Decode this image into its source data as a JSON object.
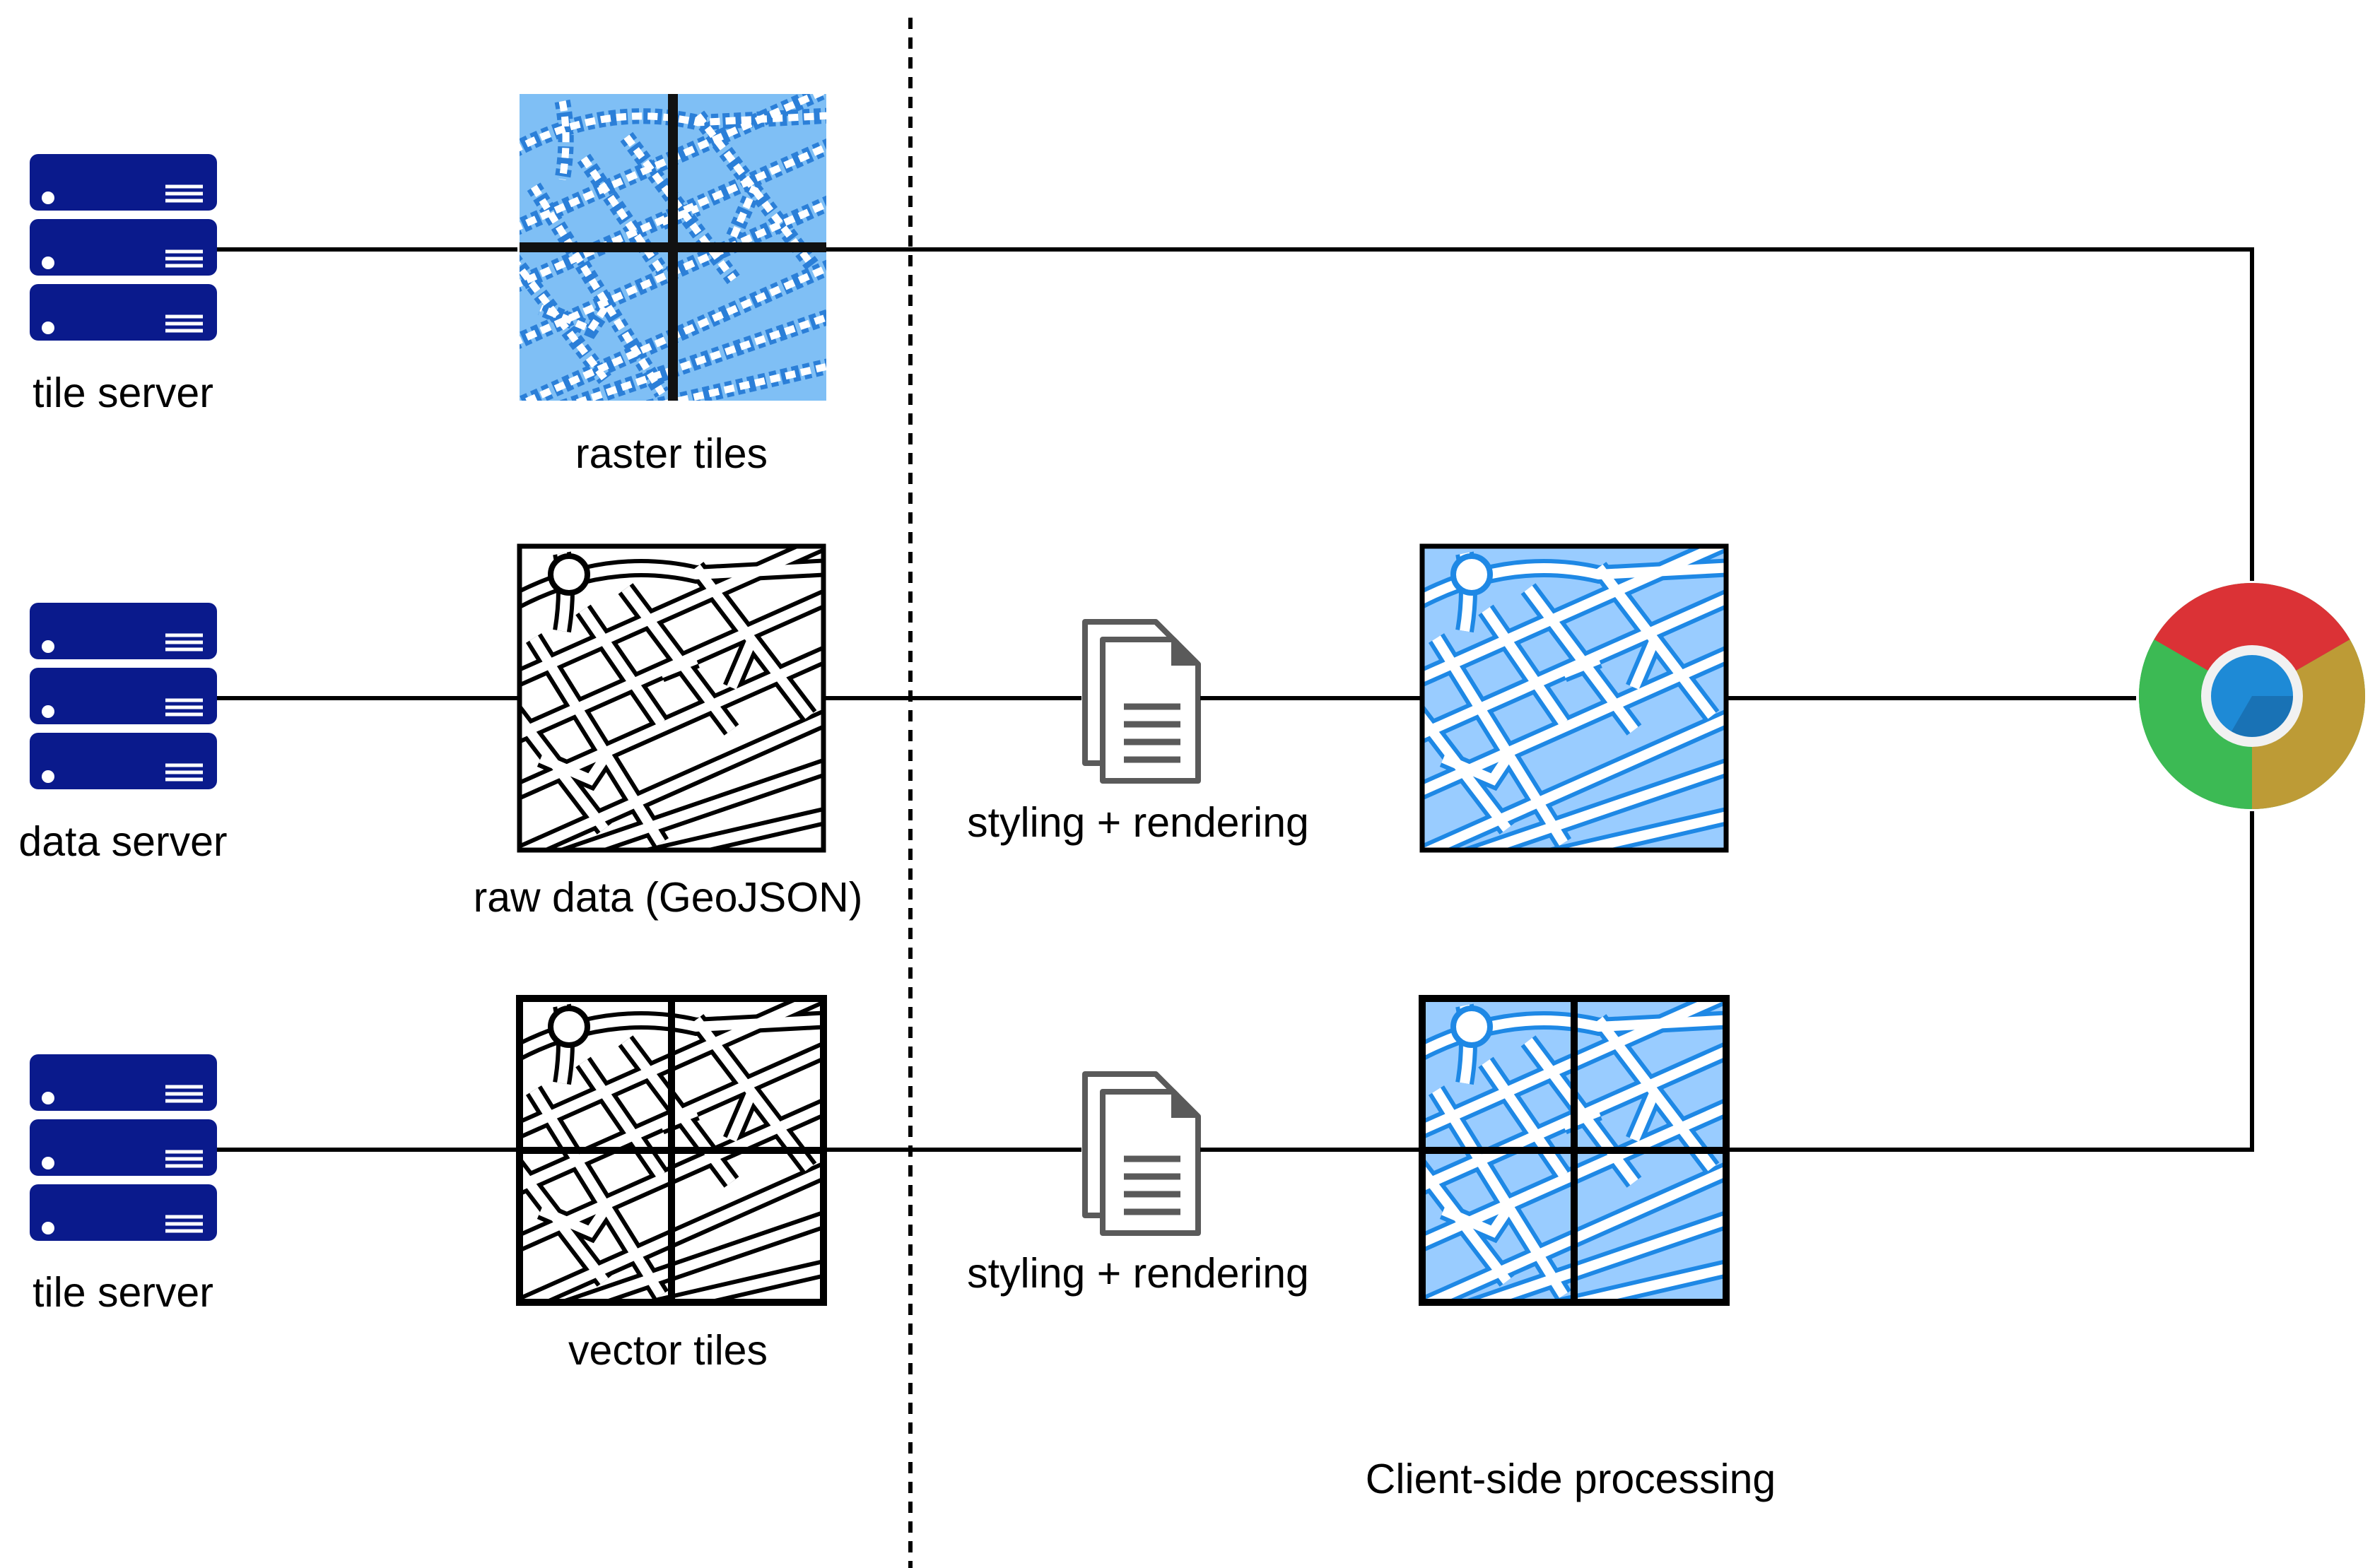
{
  "servers": {
    "top": "tile server",
    "middle": "data server",
    "bottom": "tile server"
  },
  "tiles": {
    "raster": "raster tiles",
    "raw": "raw data (GeoJSON)",
    "vector": "vector tiles"
  },
  "steps": {
    "styling_mid": "styling + rendering",
    "styling_bottom": "styling + rendering"
  },
  "regions": {
    "client": "Client-side processing"
  },
  "icons": {
    "server": "server-rack-icon",
    "document": "document-stack-icon",
    "browser": "chrome-browser-icon"
  },
  "colors": {
    "server_blue": "#0a1a8c",
    "map_fill": "#99ccff",
    "map_road": "#ffffff",
    "map_outline": "#1e88e5",
    "line": "#000000",
    "chrome_red": "#db3236",
    "chrome_green": "#3cba54",
    "chrome_yellow": "#bd9b36",
    "chrome_blue": "#1e8ad6"
  }
}
